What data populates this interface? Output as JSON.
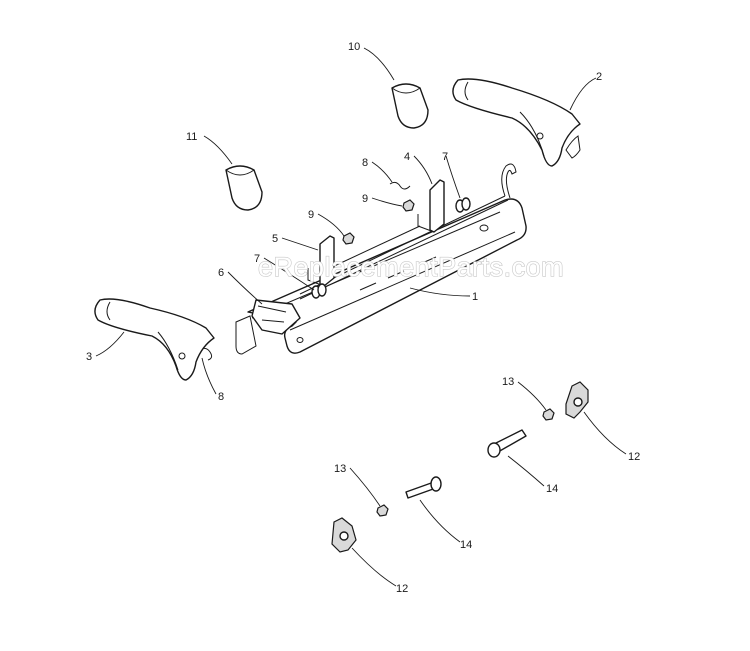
{
  "watermark": "eReplacementParts.com",
  "callouts": {
    "c1": "1",
    "c2": "2",
    "c3": "3",
    "c4": "4",
    "c5": "5",
    "c6": "6",
    "c7a": "7",
    "c7b": "7",
    "c8a": "8",
    "c8b": "8",
    "c9a": "9",
    "c9b": "9",
    "c10": "10",
    "c11": "11",
    "c12a": "12",
    "c12b": "12",
    "c13a": "13",
    "c13b": "13",
    "c14a": "14",
    "c14b": "14"
  },
  "colors": {
    "line": "#1a1a1a",
    "watermark": "#c8c8c8",
    "background": "#ffffff"
  }
}
